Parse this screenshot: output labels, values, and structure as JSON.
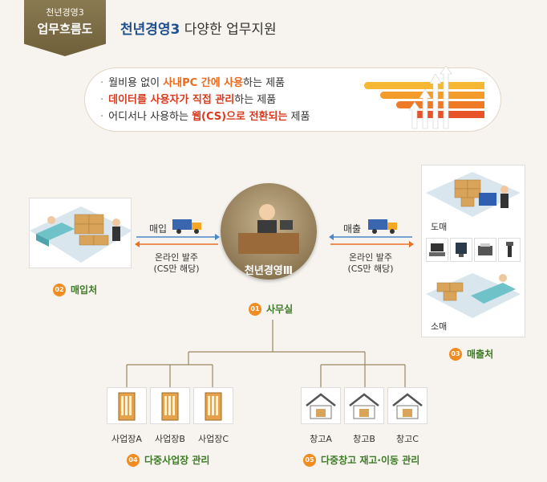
{
  "header": {
    "badge_line1": "천년경영3",
    "badge_line2": "업무흐름도",
    "title_strong": "천년경영3",
    "title_rest": " 다양한 업무지원"
  },
  "features": [
    {
      "pre": "월비용 없이 ",
      "hl": "사내PC 간에 사용",
      "post": "하는 제품",
      "style": "orange"
    },
    {
      "pre": "",
      "hl": "데이터를 사용자가 직접 관리",
      "post": "하는 제품",
      "style": "red"
    },
    {
      "pre": "어디서나 사용하는 ",
      "hl": "웹(CS)으로 전환되는",
      "post": " 제품",
      "style": "red"
    }
  ],
  "flow": {
    "purchase_label": "매입",
    "sales_label": "매출",
    "online_order": "온라인 발주",
    "cs_note": "(CS만 해당)"
  },
  "center": {
    "label": "천년경영Ⅲ"
  },
  "nodes": {
    "office": {
      "num": "01",
      "label": "사무실"
    },
    "supplier": {
      "num": "02",
      "label": "매입처"
    },
    "customer": {
      "num": "03",
      "label": "매출처"
    },
    "multi_site": {
      "num": "04",
      "label": "다중사업장 관리"
    },
    "multi_warehouse": {
      "num": "05",
      "label": "다중창고 재고·이동 관리"
    }
  },
  "customer_scenes": {
    "wholesale": "도매",
    "retail": "소매"
  },
  "sites": [
    "사업장A",
    "사업장B",
    "사업장C"
  ],
  "warehouses": [
    "창고A",
    "창고B",
    "창고C"
  ],
  "colors": {
    "accent_orange": "#f18c21",
    "label_green": "#3d7a26",
    "badge_brown": "#7a6a45",
    "arrow_blue": "#4a86c8",
    "arrow_orange": "#e8702a"
  }
}
